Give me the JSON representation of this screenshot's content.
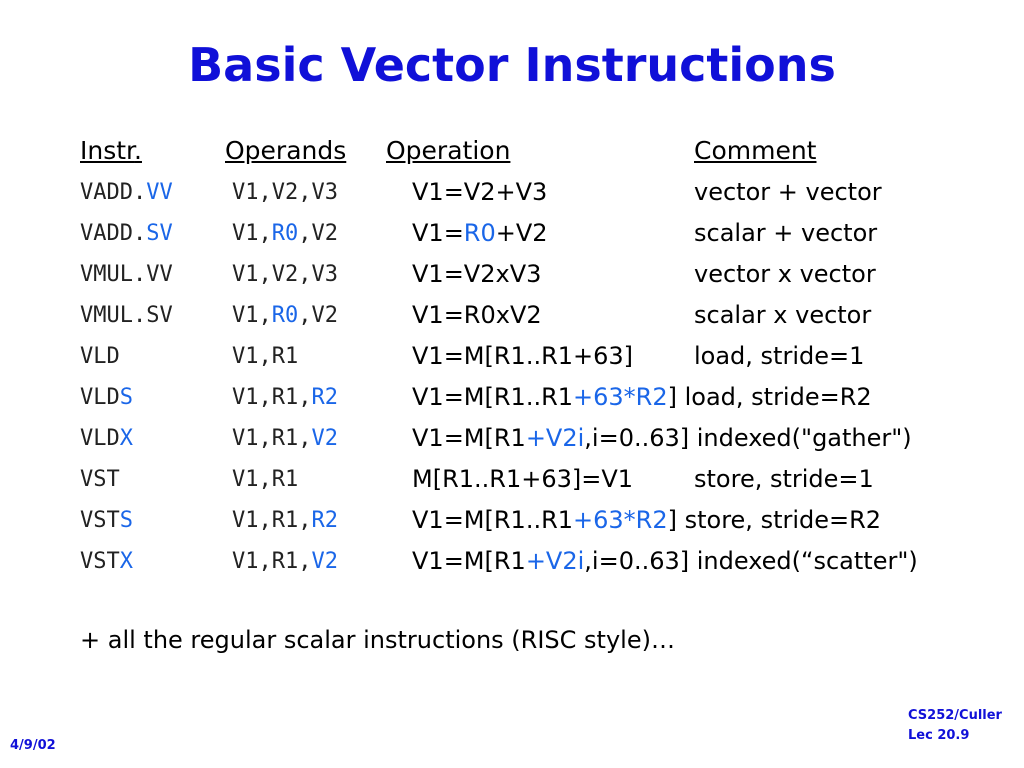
{
  "slide": {
    "title": "Basic Vector Instructions",
    "headers": {
      "instr": "Instr",
      "instr_dot": ".",
      "operands": "Operands",
      "operation": "Operation",
      "comment": "Comment"
    },
    "rows": [
      {
        "i1": "VADD.",
        "i2": "VV",
        "o1": "V1,V2,V3",
        "o2": "",
        "o3": "",
        "p1": "V1=V2+V3",
        "p2": "",
        "p3": "",
        "c": "vector + vector"
      },
      {
        "i1": "VADD.",
        "i2": "SV",
        "o1": "V1,",
        "o2": "R0",
        "o3": ",V2",
        "p1": "V1=",
        "p2": "R0",
        "p3": "+V2",
        "c": "scalar + vector"
      },
      {
        "i1": "VMUL.VV",
        "i2": "",
        "o1": "V1,V2,V3",
        "o2": "",
        "o3": "",
        "p1": "V1=V2xV3",
        "p2": "",
        "p3": "",
        "c": "vector x vector"
      },
      {
        "i1": "VMUL.SV",
        "i2": "",
        "o1": "V1,",
        "o2": "R0",
        "o3": ",V2",
        "p1": "V1=R0xV2",
        "p2": "",
        "p3": "",
        "c": "scalar x vector"
      },
      {
        "i1": "VLD",
        "i2": "",
        "o1": "V1,R1",
        "o2": "",
        "o3": "",
        "p1": "V1=M[R1..R1+63]",
        "p2": "",
        "p3": "",
        "c": "load, stride=1"
      },
      {
        "i1": "VLD",
        "i2": "S",
        "o1": "V1,R1,",
        "o2": "R2",
        "o3": "",
        "p1": "V1=M[R1..R1",
        "p2": "+63*R2",
        "p3": "] load, stride=R2",
        "c": ""
      },
      {
        "i1": "VLD",
        "i2": "X",
        "o1": "V1,R1,",
        "o2": "V2",
        "o3": "",
        "p1": "V1=M[R1",
        "p2": "+V2i",
        "p3": ",i=0..63] indexed(\"gather\")",
        "c": ""
      },
      {
        "i1": "VST",
        "i2": "",
        "o1": "V1,R1",
        "o2": "",
        "o3": "",
        "p1": "M[R1..R1+63]=V1",
        "p2": "",
        "p3": "",
        "c": "store, stride=1"
      },
      {
        "i1": "VST",
        "i2": "S",
        "o1": "V1,R1,",
        "o2": "R2",
        "o3": "",
        "p1": "V1=M[R1..R1",
        "p2": "+63*R2",
        "p3": "] store, stride=R2",
        "c": ""
      },
      {
        "i1": "VST",
        "i2": "X",
        "o1": "V1,R1,",
        "o2": "V2",
        "o3": "",
        "p1": "V1=M[R1",
        "p2": "+V2i",
        "p3": ",i=0..63] indexed(“scatter\")",
        "c": ""
      }
    ],
    "note": "+ all the regular scalar instructions (RISC style)…",
    "footer_course": "CS252/Culler",
    "footer_lecture": "Lec 20.9",
    "footer_date": "4/9/02"
  },
  "colors": {
    "title": "#1010d8",
    "highlight": "#1a66e8",
    "footer": "#1010d8"
  }
}
